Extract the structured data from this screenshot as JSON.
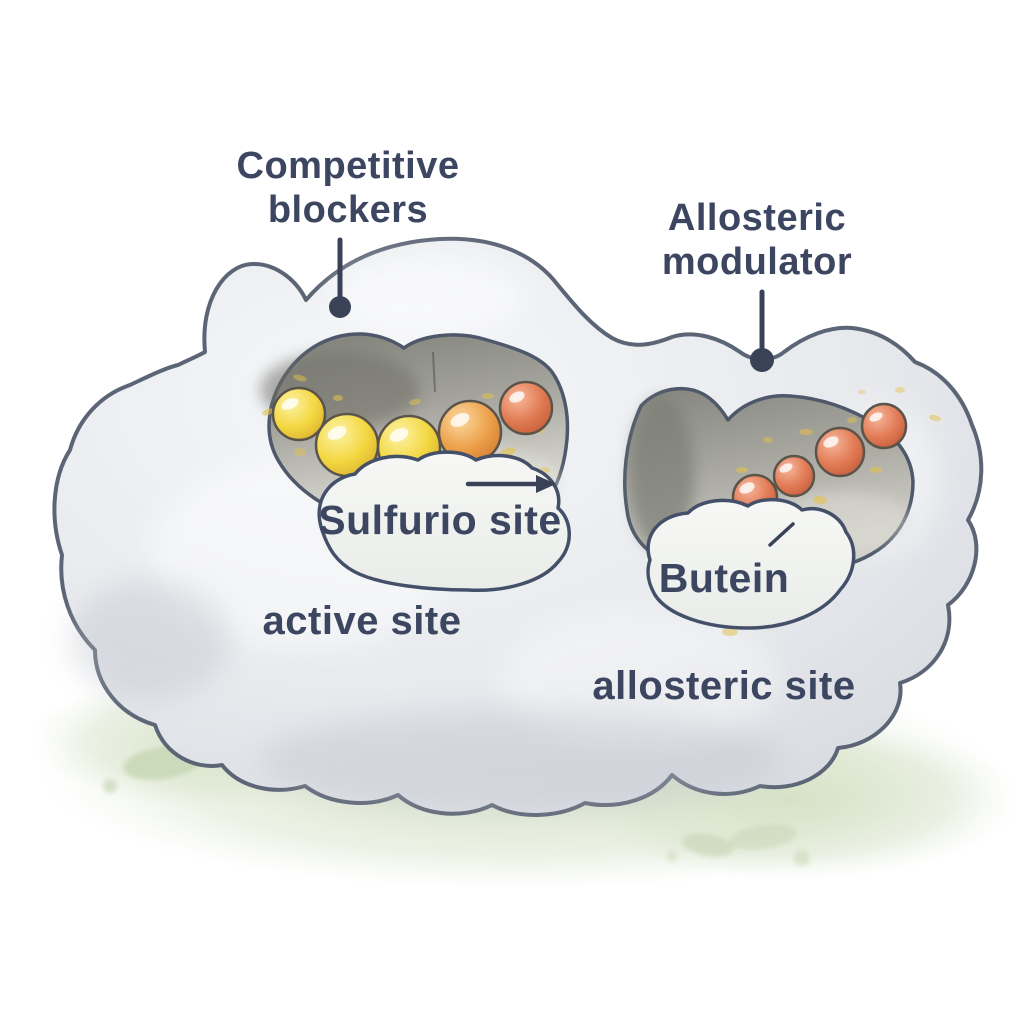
{
  "figure": {
    "type": "scientific-illustration",
    "subject": "Enzyme blob showing active site with competitive blocker chain and allosteric site with modulator chain",
    "background_color": "#ffffff"
  },
  "labels": {
    "competitive_blockers": {
      "line1": "Competitive",
      "line2": "blockers"
    },
    "allosteric_modulator": {
      "line1": "Allosteric",
      "line2": "modulator"
    },
    "sulfurio_site": "Sulfurio site",
    "butein": "Butein",
    "active_site": "active site",
    "allosteric_site": "allosteric site"
  },
  "colors": {
    "label_text": "#3c4660",
    "body_outline": "#5c6575",
    "enzyme_body": "#e8eaee",
    "pocket_interior_dark": "#83847c",
    "pocket_interior_light": "#d2d2cb",
    "bead_yellow": "#f3d741",
    "bead_orange": "#eda04a",
    "bead_red_orange": "#e07a52",
    "bead_salmon": "#e17a55",
    "speckle_yellow": "#e6c14a",
    "ground_shadow_green": "#d5e1c6",
    "bubble_fill": "#f4f6f3"
  },
  "molecules": {
    "active_site_chain": {
      "bead_count": 5,
      "bead_colors": [
        "yellow",
        "yellow",
        "yellow",
        "orange",
        "red-orange"
      ]
    },
    "allosteric_chain": {
      "bead_count": 4,
      "bead_colors": [
        "salmon",
        "salmon",
        "salmon",
        "salmon"
      ]
    }
  }
}
